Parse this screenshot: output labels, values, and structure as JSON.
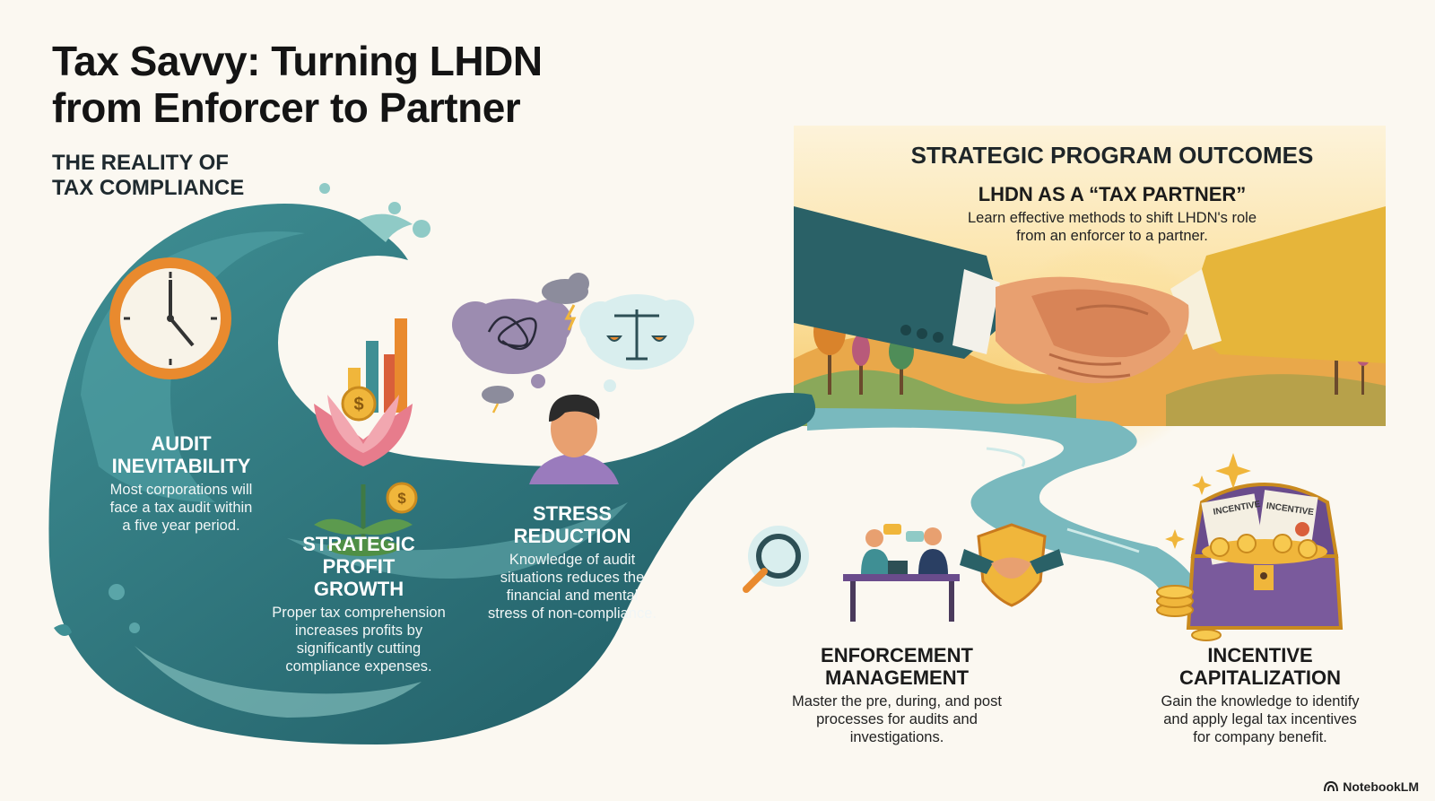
{
  "title": {
    "line1": "Tax Savvy: Turning LHDN",
    "line2": "from Enforcer to Partner"
  },
  "left_section": {
    "heading_line1": "THE REALITY OF",
    "heading_line2": "TAX COMPLIANCE",
    "cards": [
      {
        "title_line1": "AUDIT",
        "title_line2": "INEVITABILITY",
        "body_line1": "Most corporations will",
        "body_line2": "face a tax audit within",
        "body_line3": "a five year period."
      },
      {
        "title_line1": "STRATEGIC",
        "title_line2": "PROFIT",
        "title_line3": "GROWTH",
        "body_line1": "Proper tax comprehension",
        "body_line2": "increases profits by",
        "body_line3": "significantly cutting",
        "body_line4": "compliance expenses."
      },
      {
        "title_line1": "STRESS",
        "title_line2": "REDUCTION",
        "body_line1": "Knowledge of audit",
        "body_line2": "situations reduces the",
        "body_line3": "financial and mental",
        "body_line4": "stress of non-compliance."
      }
    ]
  },
  "right_section": {
    "heading": "STRATEGIC PROGRAM OUTCOMES",
    "partner": {
      "title": "LHDN AS A “TAX PARTNER”",
      "body_line1": "Learn effective methods to shift LHDN's role",
      "body_line2": "from an enforcer to a partner."
    },
    "enforcement": {
      "title_line1": "ENFORCEMENT",
      "title_line2": "MANAGEMENT",
      "body_line1": "Master the pre, during, and post",
      "body_line2": "processes for audits and",
      "body_line3": "investigations."
    },
    "incentive": {
      "title_line1": "INCENTIVE",
      "title_line2": "CAPITALIZATION",
      "body_line1": "Gain the knowledge to identify",
      "body_line2": "and apply legal tax incentives",
      "body_line3": "for company benefit."
    }
  },
  "paper_label_1": "INCENTIVE",
  "paper_label_2": "INCENTIVE",
  "brand": "NotebookLM",
  "colors": {
    "wave_dark": "#2a6b73",
    "wave_mid": "#3f8f94",
    "wave_light": "#8fcac6",
    "river": "#66aeb4",
    "sky_top": "#fbe9c1",
    "sky_bottom": "#f7c96a",
    "sleeve_dark": "#2a6167",
    "sleeve_gold": "#e6b53a",
    "accent_orange": "#e98a2e",
    "accent_gold": "#f0b63b"
  },
  "icons": [
    "clock-icon",
    "growth-chart-icon",
    "lotus-icon",
    "coin-icon",
    "tangled-cloud-icon",
    "storm-cloud-icon",
    "scale-cloud-icon",
    "person-icon",
    "handshake-icon",
    "magnifier-icon",
    "meeting-icon",
    "shield-handshake-icon",
    "treasure-chest-icon",
    "sparkle-icon",
    "notebooklm-logo-icon"
  ]
}
